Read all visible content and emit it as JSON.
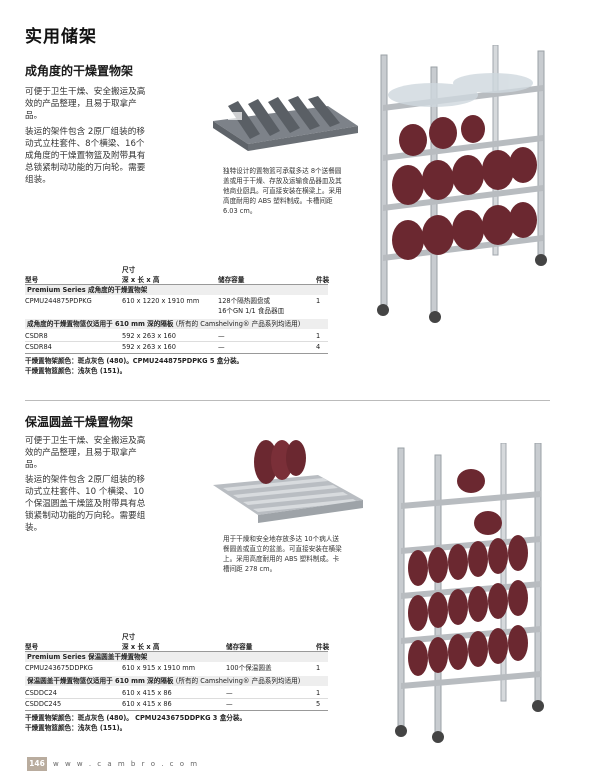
{
  "page": {
    "title": "实用储架",
    "page_number": "146",
    "url": "w w w . c a m b r o . c o m"
  },
  "section1": {
    "title": "成角度的干燥置物架",
    "para1": "可便于卫生干燥、安全搬运及高效的产品整理，且易于取拿产品。",
    "para2": "装运的架件包含 2原厂组装的移动式立柱套件、8个横梁、16个成角度的干燥置物篮及附带具有总锁紧制动功能的万向轮。需要组装。",
    "note": "独特设计的置物篮可承载多达 8个送餐圆盖或用于干燥、存放及运输食品器皿及其他商业厨具。可直接安装在横梁上。采用高度耐用的 ABS 塑料制成。卡槽间距 6.03 cm。",
    "table": {
      "col_model": "型号",
      "col_size_1": "尺寸",
      "col_size_2": "深 x 长 x 高",
      "col_capacity": "储存容量",
      "col_pack": "件装",
      "cat1": "Premium Series 成角度的干燥置物架",
      "row1": {
        "model": "CPMU244875PDPKG",
        "size": "610 x 1220 x 1910 mm",
        "capacity_1": "128个隔热圆盘或",
        "capacity_2": "16个GN 1/1 食品器皿",
        "pack": "1"
      },
      "cat2": "成角度的干燥置物篮仅适用于 610 mm 深的隔板",
      "cat2_note": "(所有的 Camshelving® 产品系列均适用)",
      "row2": {
        "model": "CSDR8",
        "size": "592 x 263 x 160",
        "capacity": "—",
        "pack": "1"
      },
      "row3": {
        "model": "CSDR84",
        "size": "592 x 263 x 160",
        "capacity": "—",
        "pack": "4"
      }
    },
    "foot1": "干燥置物架颜色：斑点灰色 (480)。CPMU244875PDPKG 5 盒分装。",
    "foot2": "干燥置物篮颜色：浅灰色 (151)。"
  },
  "section2": {
    "title": "保温圆盖干燥置物架",
    "para1": "可便于卫生干燥、安全搬运及高效的产品整理，且易于取拿产品。",
    "para2": "装运的架件包含 2原厂组装的移动式立柱套件、10 个横梁、10 个保温圆盖干燥篮及附带具有总锁紧制动功能的万向轮。需要组装。",
    "note": "用于干燥和安全地存放多达 10个病人送餐圆盖或直立的盆盖。可直接安装在横梁上。采用高度耐用的 ABS 塑料制成。卡槽间距 278 cm。",
    "table": {
      "col_model": "型号",
      "col_size_1": "尺寸",
      "col_size_2": "深 x 长 x 高",
      "col_capacity": "储存容量",
      "col_pack": "件装",
      "cat1": "Premium Series 保温圆盖干燥置物架",
      "row1": {
        "model": "CPMU243675DDPKG",
        "size": "610 x 915 x 1910 mm",
        "capacity": "100个保温圆盖",
        "pack": "1"
      },
      "cat2": "保温圆盖干燥置物篮仅适用于 610 mm 深的隔板",
      "cat2_note": "(所有的 Camshelving® 产品系列均适用)",
      "row2": {
        "model": "CSDDC24",
        "size": "610 x 415 x 86",
        "capacity": "—",
        "pack": "1"
      },
      "row3": {
        "model": "CSDDC245",
        "size": "610 x 415 x 86",
        "capacity": "—",
        "pack": "5"
      }
    },
    "foot1": "干燥置物架颜色：斑点灰色 (480)。  CPMU243675DDPKG 3 盒分装。",
    "foot2": "干燥置物篮颜色：浅灰色 (151)。"
  },
  "colors": {
    "pagenum_bg": "#b9ac9e",
    "rack": "#c8ccd0",
    "dome": "#6b2830"
  }
}
